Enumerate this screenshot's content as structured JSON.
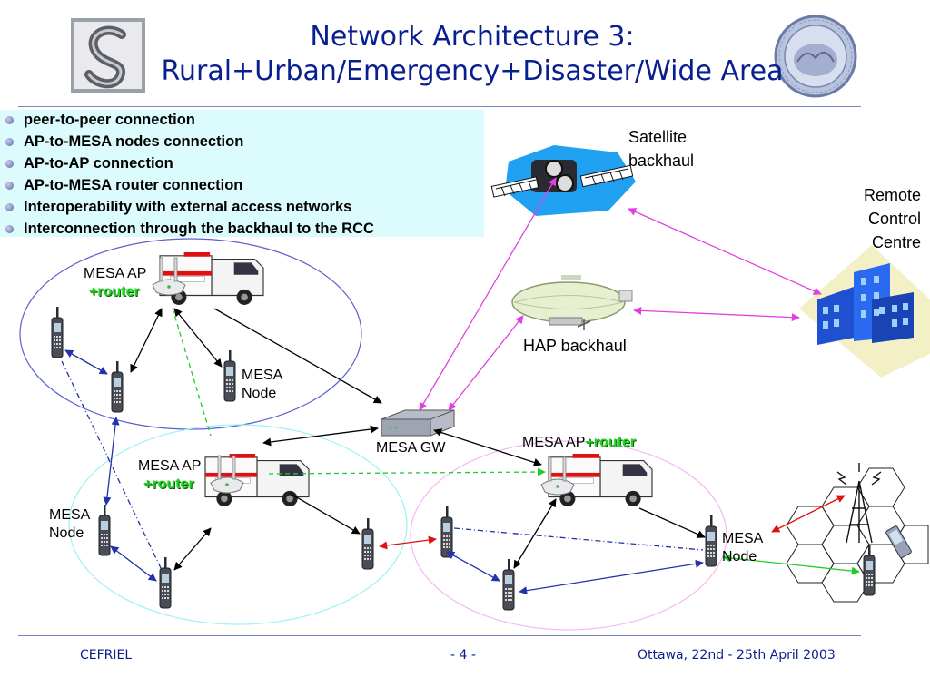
{
  "slide": {
    "title_line1": "Network Architecture 3:",
    "title_line2": "Rural+Urban/Emergency+Disaster/Wide Area",
    "bullets": [
      "peer-to-peer connection",
      "AP-to-MESA nodes connection",
      "AP-to-AP connection",
      "AP-to-MESA router connection",
      "Interoperability with external access networks",
      "Interconnection through the backhaul to the RCC"
    ],
    "footer": {
      "left": "CEFRIEL",
      "center": "- 4 -",
      "right": "Ottawa, 22nd - 25th April 2003"
    }
  },
  "labels": {
    "satellite_line1": "Satellite",
    "satellite_line2": "backhaul",
    "remote_line1": "Remote",
    "remote_line2": "Control",
    "remote_line3": "Centre",
    "hap": "HAP backhaul",
    "mesa_gw": "MESA GW",
    "mesa_ap": "MESA AP",
    "router": "+router",
    "mesa": "MESA",
    "node": "Node"
  },
  "colors": {
    "title": "#0a1f8f",
    "bullet_box": "#dcfbfc",
    "black_link": "#000000",
    "green_link": "#22cc22",
    "blue_link": "#2233aa",
    "magenta_link": "#e040e0",
    "red_link": "#dd1111"
  }
}
